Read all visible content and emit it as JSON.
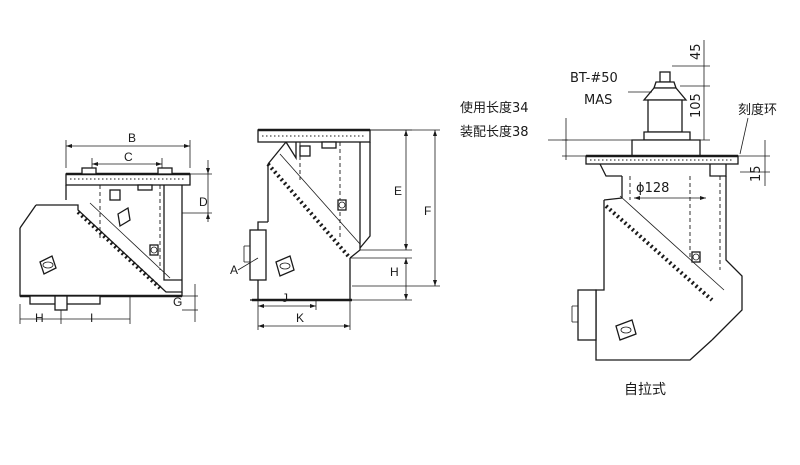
{
  "diagram": {
    "left_view": {
      "labels": [
        "B",
        "C",
        "D",
        "G",
        "H",
        "I"
      ]
    },
    "middle_view": {
      "labels": [
        "A",
        "E",
        "F",
        "H",
        "J",
        "K"
      ]
    },
    "right_view": {
      "labels": {
        "toolholder": "BT-#50",
        "mas": "MAS",
        "use_length": "使用长度34",
        "fit_length": "装配长度38",
        "scale_ring": "刻度环",
        "diameter": "ϕ128",
        "dim_45": "45",
        "dim_105": "105",
        "dim_15": "15"
      },
      "caption": "自拉式"
    }
  }
}
